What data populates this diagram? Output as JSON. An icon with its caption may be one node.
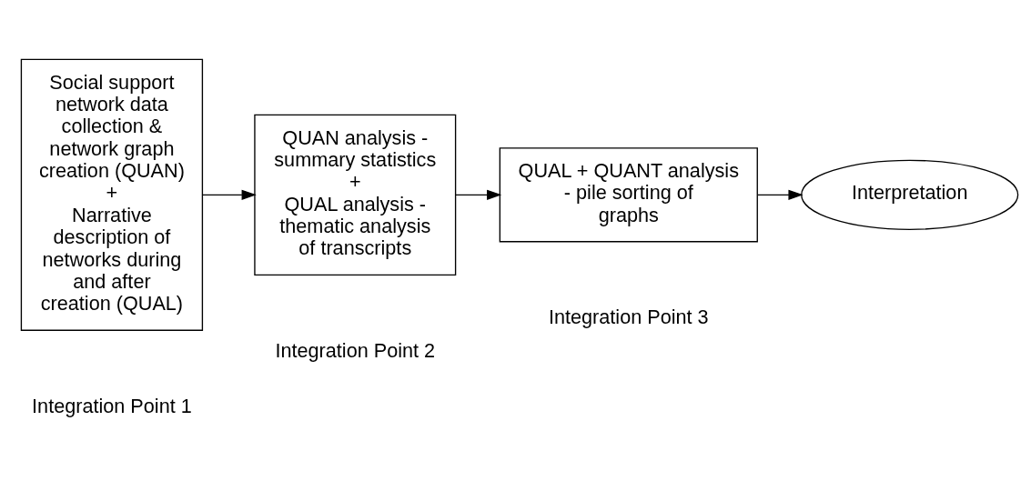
{
  "diagram": {
    "nodes": [
      {
        "text": [
          "Social support network data collection & network graph creation (QUAN)",
          "+",
          "Narrative description of networks during and after creation (QUAL)"
        ],
        "beside": [
          "Integration Point 1"
        ]
      },
      {
        "text": [
          "QUAN analysis - summary statistics",
          "+",
          "QUAL analysis - thematic analysis of transcripts"
        ],
        "beside": [
          "Integration Point 2"
        ]
      },
      {
        "text": [
          "QUAL + QUANT analysis - pile sorting of graphs"
        ],
        "beside": [
          "Integration Point 3"
        ]
      },
      {
        "text": [
          "Interpretation"
        ]
      }
    ],
    "edges": [
      {
        "from": 0,
        "to": 1,
        "arrow": "to"
      },
      {
        "from": 1,
        "to": 2,
        "arrow": "to"
      },
      {
        "from": 2,
        "to": 3,
        "arrow": "to"
      }
    ]
  }
}
